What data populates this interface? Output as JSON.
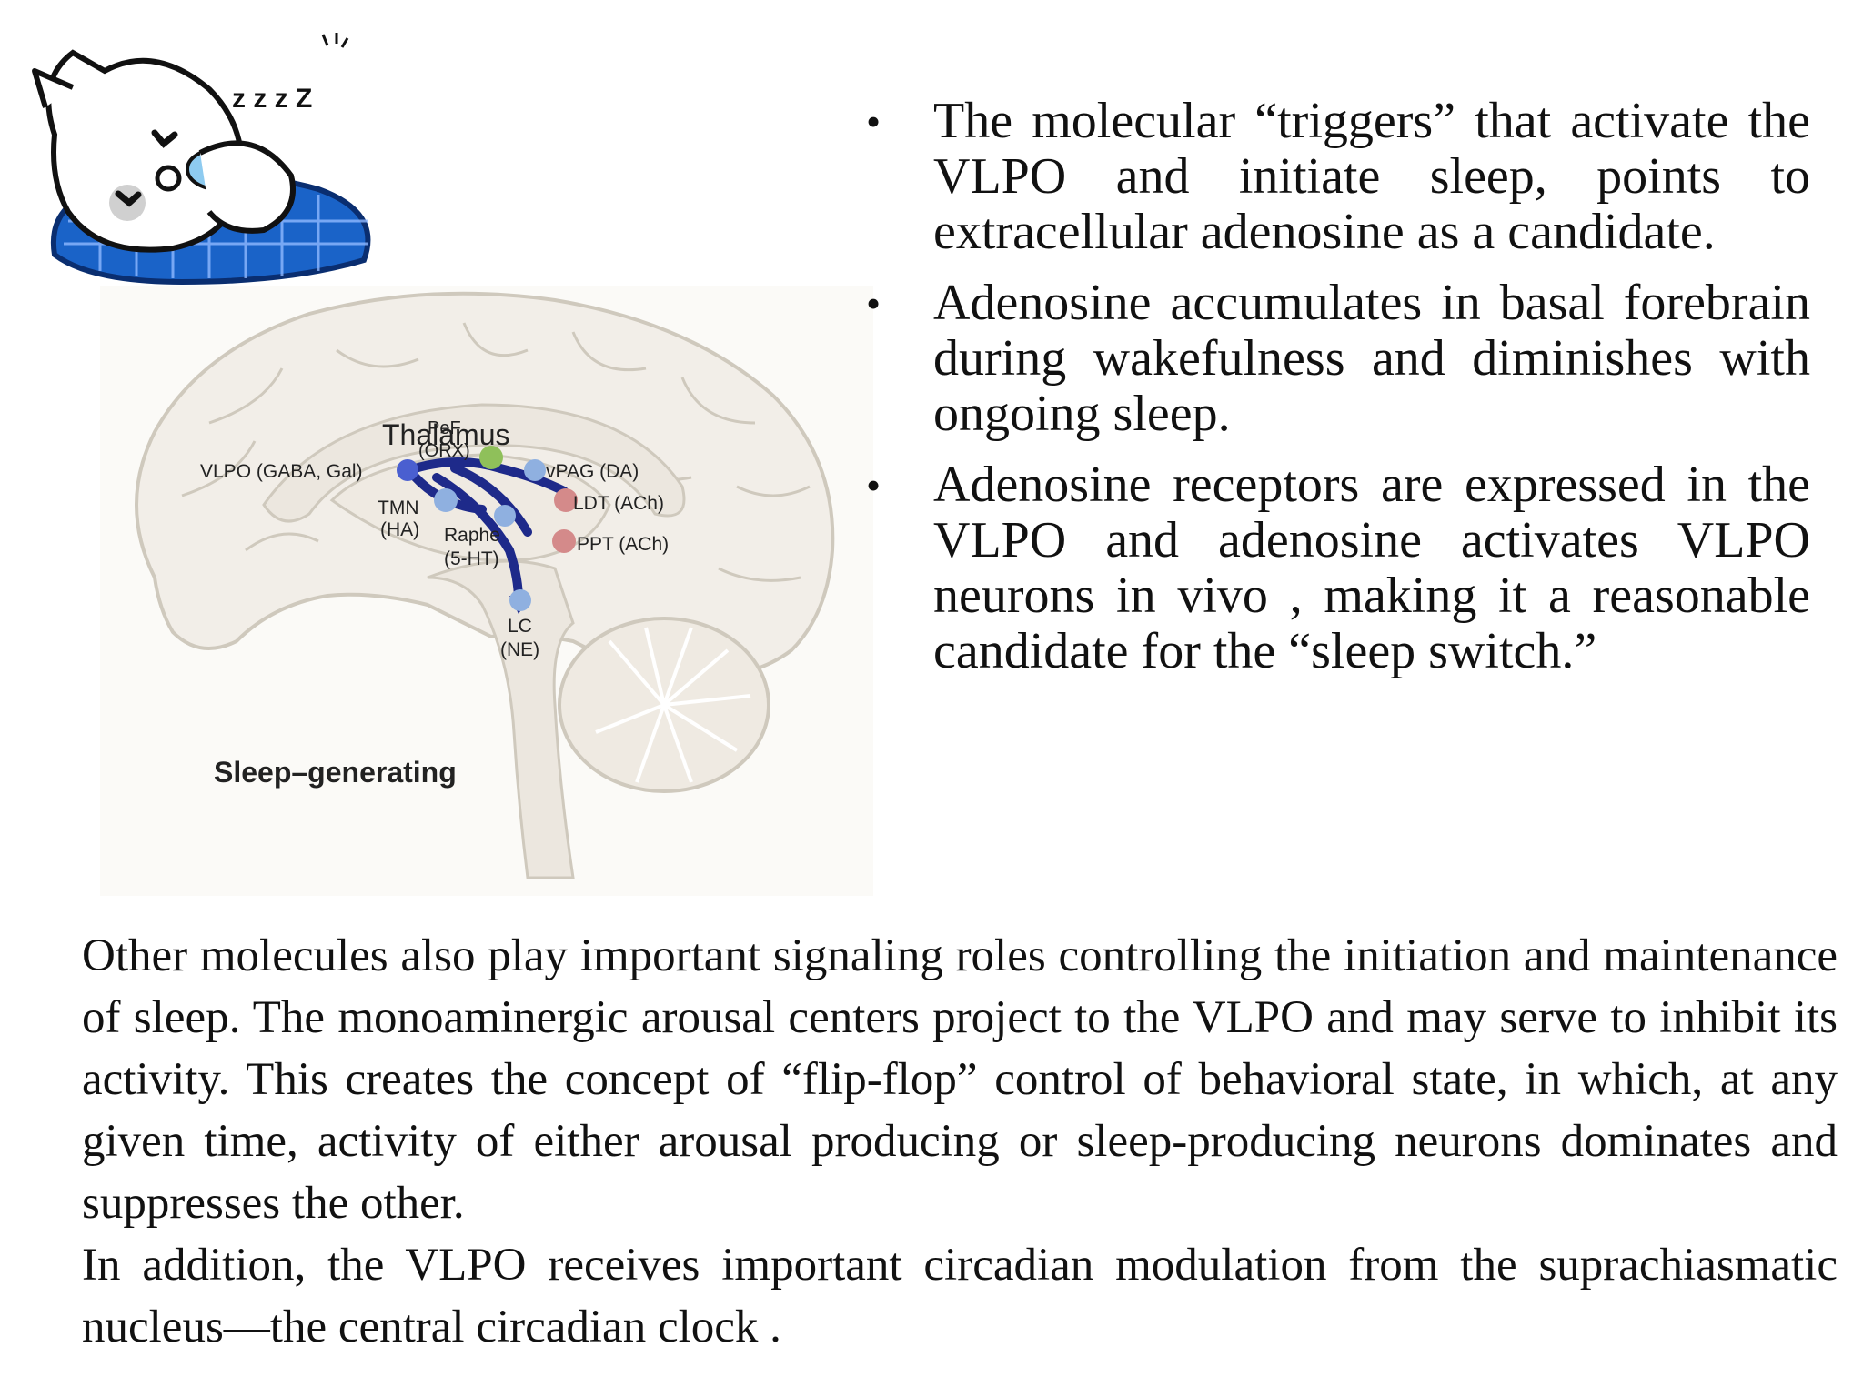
{
  "figure": {
    "labels": {
      "thalamus": "Thalamus",
      "pef": "PeF",
      "orx": "(ORX)",
      "vlpo": "VLPO (GABA, Gal)",
      "vpag": "vPAG (DA)",
      "tmn": "TMN",
      "ha": "(HA)",
      "ldt": "LDT (ACh)",
      "raphe": "Raphe",
      "ht": "(5-HT)",
      "ppt": "PPT (ACh)",
      "lc": "LC",
      "ne": "(NE)",
      "sleep_generating": "Sleep–generating"
    },
    "colors": {
      "brain_fill": "#f2eee8",
      "brain_outline": "#cfc9bd",
      "arrow": "#1e2a8a",
      "blue_node": "#8fb0e0",
      "green_node": "#8fc05a",
      "pink_node": "#d48a8a"
    }
  },
  "mascot": {
    "icon": "sleeping-cat-icon",
    "zzz": "z z z Z",
    "colors": {
      "pillow": "#1a63c8",
      "pillow_dark": "#0d3f8f"
    }
  },
  "bullets": [
    {
      "marker": "•",
      "text": "The molecular “triggers” that activate the VLPO and initiate sleep, points to extracellular adenosine as a candidate."
    },
    {
      "marker": "•",
      "text": "Adenosine accumulates in basal forebrain during wakefulness and diminishes with ongoing sleep."
    },
    {
      "marker": "•",
      "text": "Adenosine receptors are expressed in the VLPO and adenosine activates VLPO neurons in vivo , making it a reasonable candidate for the “sleep switch.”"
    }
  ],
  "paragraph": {
    "line1": "Other molecules also play important signaling roles controlling the initiation and maintenance of sleep. The monoaminergic arousal centers project to the VLPO and may serve to inhibit its activity. This creates the concept of “flip-flop” control of behavioral state, in which, at any given time, activity of either arousal producing or sleep-producing neurons dominates and suppresses the other.",
    "line2": "In addition, the VLPO receives important circadian modulation from the suprachiasmatic nucleus—the central circadian clock ."
  }
}
